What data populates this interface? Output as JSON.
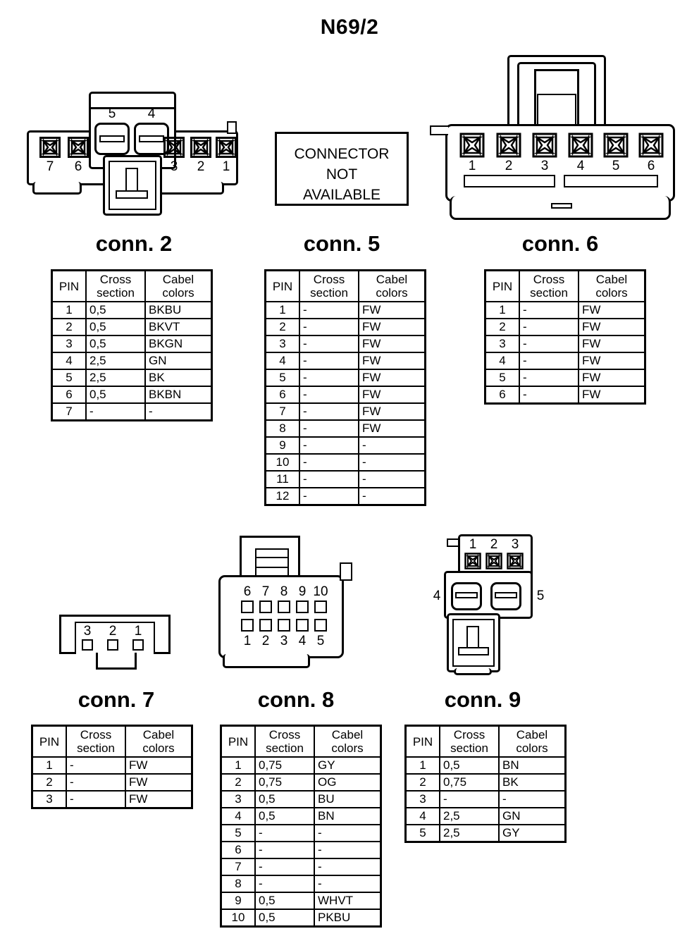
{
  "title": "N69/2",
  "not_available_box": {
    "line1": "CONNECTOR",
    "line2": "NOT",
    "line3": "AVAILABLE"
  },
  "table_headers": {
    "pin": "PIN",
    "cross_section_l1": "Cross",
    "cross_section_l2": "section",
    "cable_colors_l1": "Cabel",
    "cable_colors_l2": "colors"
  },
  "connectors": [
    {
      "id": "conn2",
      "caption": "conn. 2",
      "pin_labels": [
        "7",
        "6",
        "5",
        "4",
        "3",
        "2",
        "1"
      ],
      "rows": [
        {
          "pin": "1",
          "cross_section": "0,5",
          "color": "BKBU"
        },
        {
          "pin": "2",
          "cross_section": "0,5",
          "color": "BKVT"
        },
        {
          "pin": "3",
          "cross_section": "0,5",
          "color": "BKGN"
        },
        {
          "pin": "4",
          "cross_section": "2,5",
          "color": "GN"
        },
        {
          "pin": "5",
          "cross_section": "2,5",
          "color": "BK"
        },
        {
          "pin": "6",
          "cross_section": "0,5",
          "color": "BKBN"
        },
        {
          "pin": "7",
          "cross_section": "-",
          "color": "-"
        }
      ]
    },
    {
      "id": "conn5",
      "caption": "conn. 5",
      "pin_labels": [],
      "rows": [
        {
          "pin": "1",
          "cross_section": "-",
          "color": "FW"
        },
        {
          "pin": "2",
          "cross_section": "-",
          "color": "FW"
        },
        {
          "pin": "3",
          "cross_section": "-",
          "color": "FW"
        },
        {
          "pin": "4",
          "cross_section": "-",
          "color": "FW"
        },
        {
          "pin": "5",
          "cross_section": "-",
          "color": "FW"
        },
        {
          "pin": "6",
          "cross_section": "-",
          "color": "FW"
        },
        {
          "pin": "7",
          "cross_section": "-",
          "color": "FW"
        },
        {
          "pin": "8",
          "cross_section": "-",
          "color": "FW"
        },
        {
          "pin": "9",
          "cross_section": "-",
          "color": "-"
        },
        {
          "pin": "10",
          "cross_section": "-",
          "color": "-"
        },
        {
          "pin": "11",
          "cross_section": "-",
          "color": "-"
        },
        {
          "pin": "12",
          "cross_section": "-",
          "color": "-"
        }
      ]
    },
    {
      "id": "conn6",
      "caption": "conn. 6",
      "pin_labels": [
        "1",
        "2",
        "3",
        "4",
        "5",
        "6"
      ],
      "rows": [
        {
          "pin": "1",
          "cross_section": "-",
          "color": "FW"
        },
        {
          "pin": "2",
          "cross_section": "-",
          "color": "FW"
        },
        {
          "pin": "3",
          "cross_section": "-",
          "color": "FW"
        },
        {
          "pin": "4",
          "cross_section": "-",
          "color": "FW"
        },
        {
          "pin": "5",
          "cross_section": "-",
          "color": "FW"
        },
        {
          "pin": "6",
          "cross_section": "-",
          "color": "FW"
        }
      ]
    },
    {
      "id": "conn7",
      "caption": "conn. 7",
      "pin_labels": [
        "3",
        "2",
        "1"
      ],
      "rows": [
        {
          "pin": "1",
          "cross_section": "-",
          "color": "FW"
        },
        {
          "pin": "2",
          "cross_section": "-",
          "color": "FW"
        },
        {
          "pin": "3",
          "cross_section": "-",
          "color": "FW"
        }
      ]
    },
    {
      "id": "conn8",
      "caption": "conn. 8",
      "pin_labels_top": [
        "6",
        "7",
        "8",
        "9",
        "10"
      ],
      "pin_labels_bottom": [
        "1",
        "2",
        "3",
        "4",
        "5"
      ],
      "rows": [
        {
          "pin": "1",
          "cross_section": "0,75",
          "color": "GY"
        },
        {
          "pin": "2",
          "cross_section": "0,75",
          "color": "OG"
        },
        {
          "pin": "3",
          "cross_section": "0,5",
          "color": "BU"
        },
        {
          "pin": "4",
          "cross_section": "0,5",
          "color": "BN"
        },
        {
          "pin": "5",
          "cross_section": "-",
          "color": "-"
        },
        {
          "pin": "6",
          "cross_section": "-",
          "color": "-"
        },
        {
          "pin": "7",
          "cross_section": "-",
          "color": "-"
        },
        {
          "pin": "8",
          "cross_section": "-",
          "color": "-"
        },
        {
          "pin": "9",
          "cross_section": "0,5",
          "color": "WHVT"
        },
        {
          "pin": "10",
          "cross_section": "0,5",
          "color": "PKBU"
        }
      ]
    },
    {
      "id": "conn9",
      "caption": "conn. 9",
      "pin_labels": [
        "1",
        "2",
        "3",
        "4",
        "5"
      ],
      "rows": [
        {
          "pin": "1",
          "cross_section": "0,5",
          "color": "BN"
        },
        {
          "pin": "2",
          "cross_section": "0,75",
          "color": "BK"
        },
        {
          "pin": "3",
          "cross_section": "-",
          "color": "-"
        },
        {
          "pin": "4",
          "cross_section": "2,5",
          "color": "GN"
        },
        {
          "pin": "5",
          "cross_section": "2,5",
          "color": "GY"
        }
      ]
    }
  ]
}
